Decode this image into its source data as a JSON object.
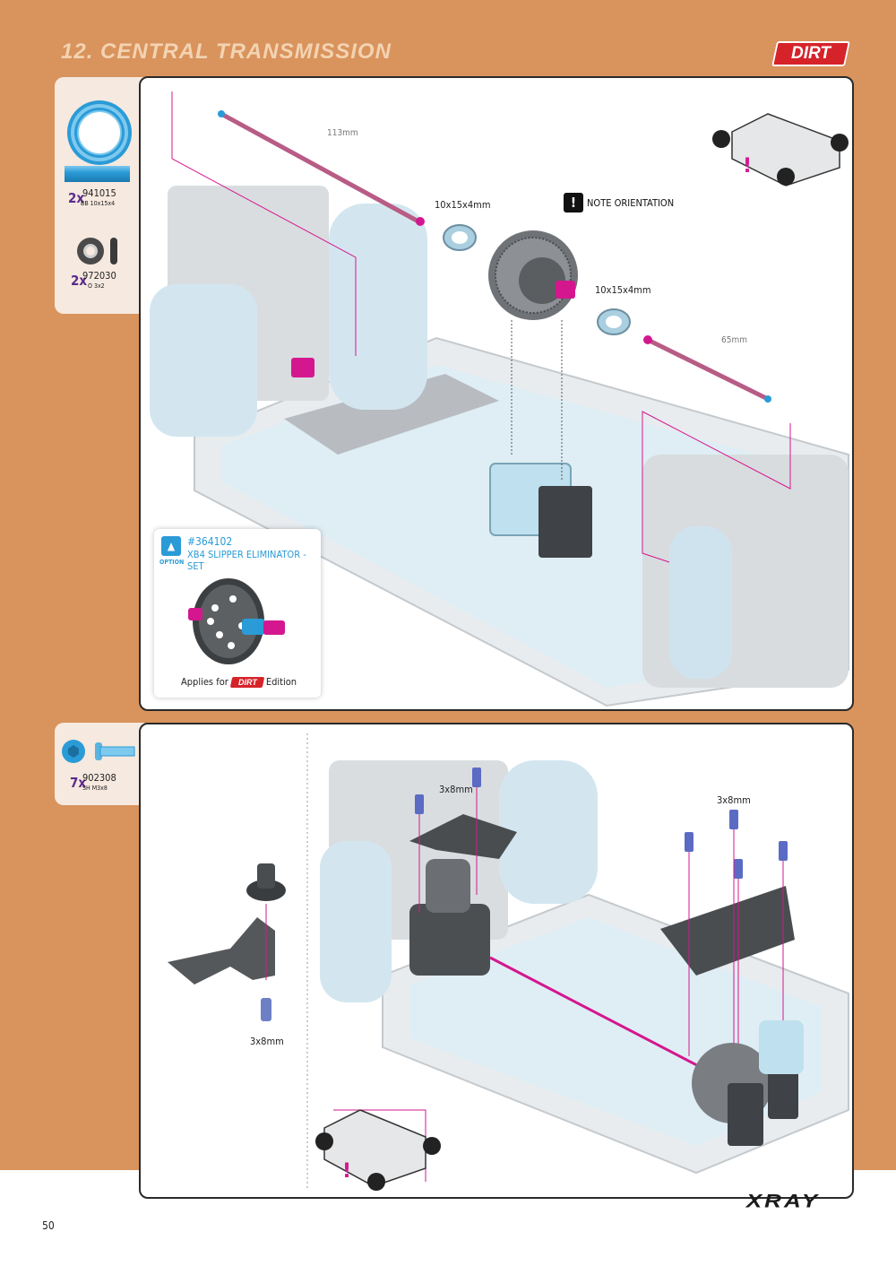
{
  "header": {
    "title": "12. CENTRAL TRANSMISSION",
    "brand": "DIRT"
  },
  "step1": {
    "parts": [
      {
        "qty": "2x",
        "code": "941015",
        "desc": "BB 10x15x4",
        "icon": "ball-bearing-icon"
      },
      {
        "qty": "2x",
        "code": "972030",
        "desc": "O 3x2",
        "icon": "o-ring-icon"
      }
    ],
    "labels": {
      "shaft_front": "113mm",
      "bearing_left": "10x15x4mm",
      "note": "NOTE ORIENTATION",
      "bearing_right": "10x15x4mm",
      "shaft_rear": "65mm"
    },
    "option": {
      "word": "OPTION",
      "number": "#364102",
      "name": "XB4 SLIPPER ELIMINATOR - SET",
      "applies_for": "Applies for",
      "brand": "DIRT",
      "edition": "Edition"
    }
  },
  "step2": {
    "parts": [
      {
        "qty": "7x",
        "code": "902308",
        "desc": "SH M3x8",
        "icon": "screw-icon"
      }
    ],
    "labels": {
      "screw_top": "3x8mm",
      "screw_right": "3x8mm",
      "screw_left": "3x8mm"
    }
  },
  "footer": {
    "page": "50",
    "brand": "XRAY"
  },
  "colors": {
    "background": "#d9935c",
    "accent_magenta": "#d4178f",
    "part_blue": "#2a9bd7",
    "dirt_red": "#d6232a"
  }
}
